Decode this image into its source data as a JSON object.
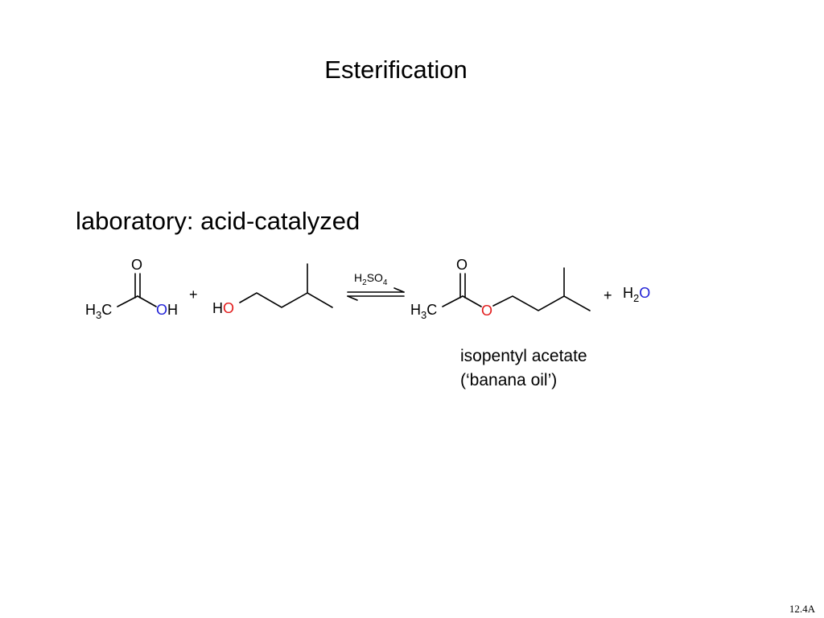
{
  "slide": {
    "title": "Esterification",
    "heading": "laboratory: acid-catalyzed",
    "slide_number": "12.4A"
  },
  "reaction": {
    "plus_sign": "+",
    "acetic_acid": {
      "carbonyl_o": "O",
      "methyl_h": "H",
      "methyl_sub": "3",
      "methyl_c": "C",
      "hydroxyl_o": "O",
      "hydroxyl_h": "H"
    },
    "isopentyl_alcohol": {
      "h": "H",
      "o": "O"
    },
    "catalyst": {
      "h": "H",
      "h_sub": "2",
      "so": "SO",
      "so_sub": "4"
    },
    "ester": {
      "carbonyl_o": "O",
      "methyl_h": "H",
      "methyl_sub": "3",
      "methyl_c": "C",
      "bridge_o": "O"
    },
    "water": {
      "h": "H",
      "h_sub": "2",
      "o": "O"
    },
    "product_name_line1": "isopentyl acetate",
    "product_name_line2": "(‘banana oil’)"
  },
  "colors": {
    "text": "#000000",
    "hydroxyl_oxygen": "#1f1fd6",
    "alcohol_oxygen": "#e21a1a",
    "water_oxygen": "#1f1fd6"
  }
}
